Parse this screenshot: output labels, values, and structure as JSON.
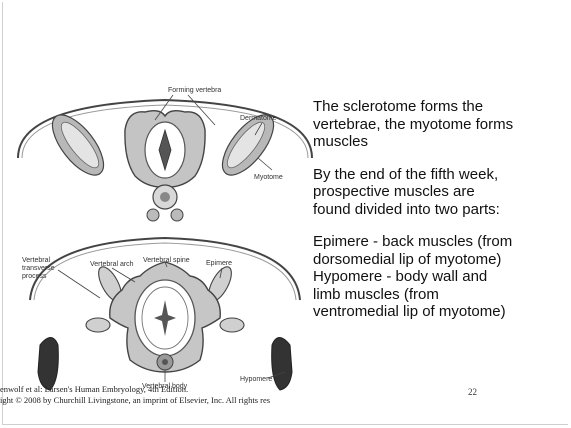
{
  "figure": {
    "labels": {
      "forming_vertebra": "Forming vertebra",
      "dermatome": "Dermatome",
      "myotome": "Myotome",
      "vertebral_spine": "Vertebral spine",
      "vertebral_arch": "Vertebral arch",
      "epimere": "Epimere",
      "vertebral_transverse_1": "Vertebral",
      "vertebral_transverse_2": "transverse",
      "vertebral_transverse_3": "process",
      "hypomere": "Hypomere",
      "vertebral_body": "Vertebral body"
    }
  },
  "text": {
    "para1": "The sclerotome forms the\nvertebrae, the myotome forms\nmuscles",
    "para2": "By the end of the fifth week,\nprospective muscles are\nfound divided into two parts:",
    "para3": "Epimere - back muscles (from\ndorsomedial lip of myotome)\nHypomere - body wall and\nlimb muscles (from\nventromedial lip of myotome)"
  },
  "caption": {
    "line1": "enwolf et al: Larsen's Human Embryology, 4th Edition.",
    "line2": "ight © 2008 by Churchill Livingstone, an imprint of Elsevier, Inc. All rights res"
  },
  "page_number": "22"
}
